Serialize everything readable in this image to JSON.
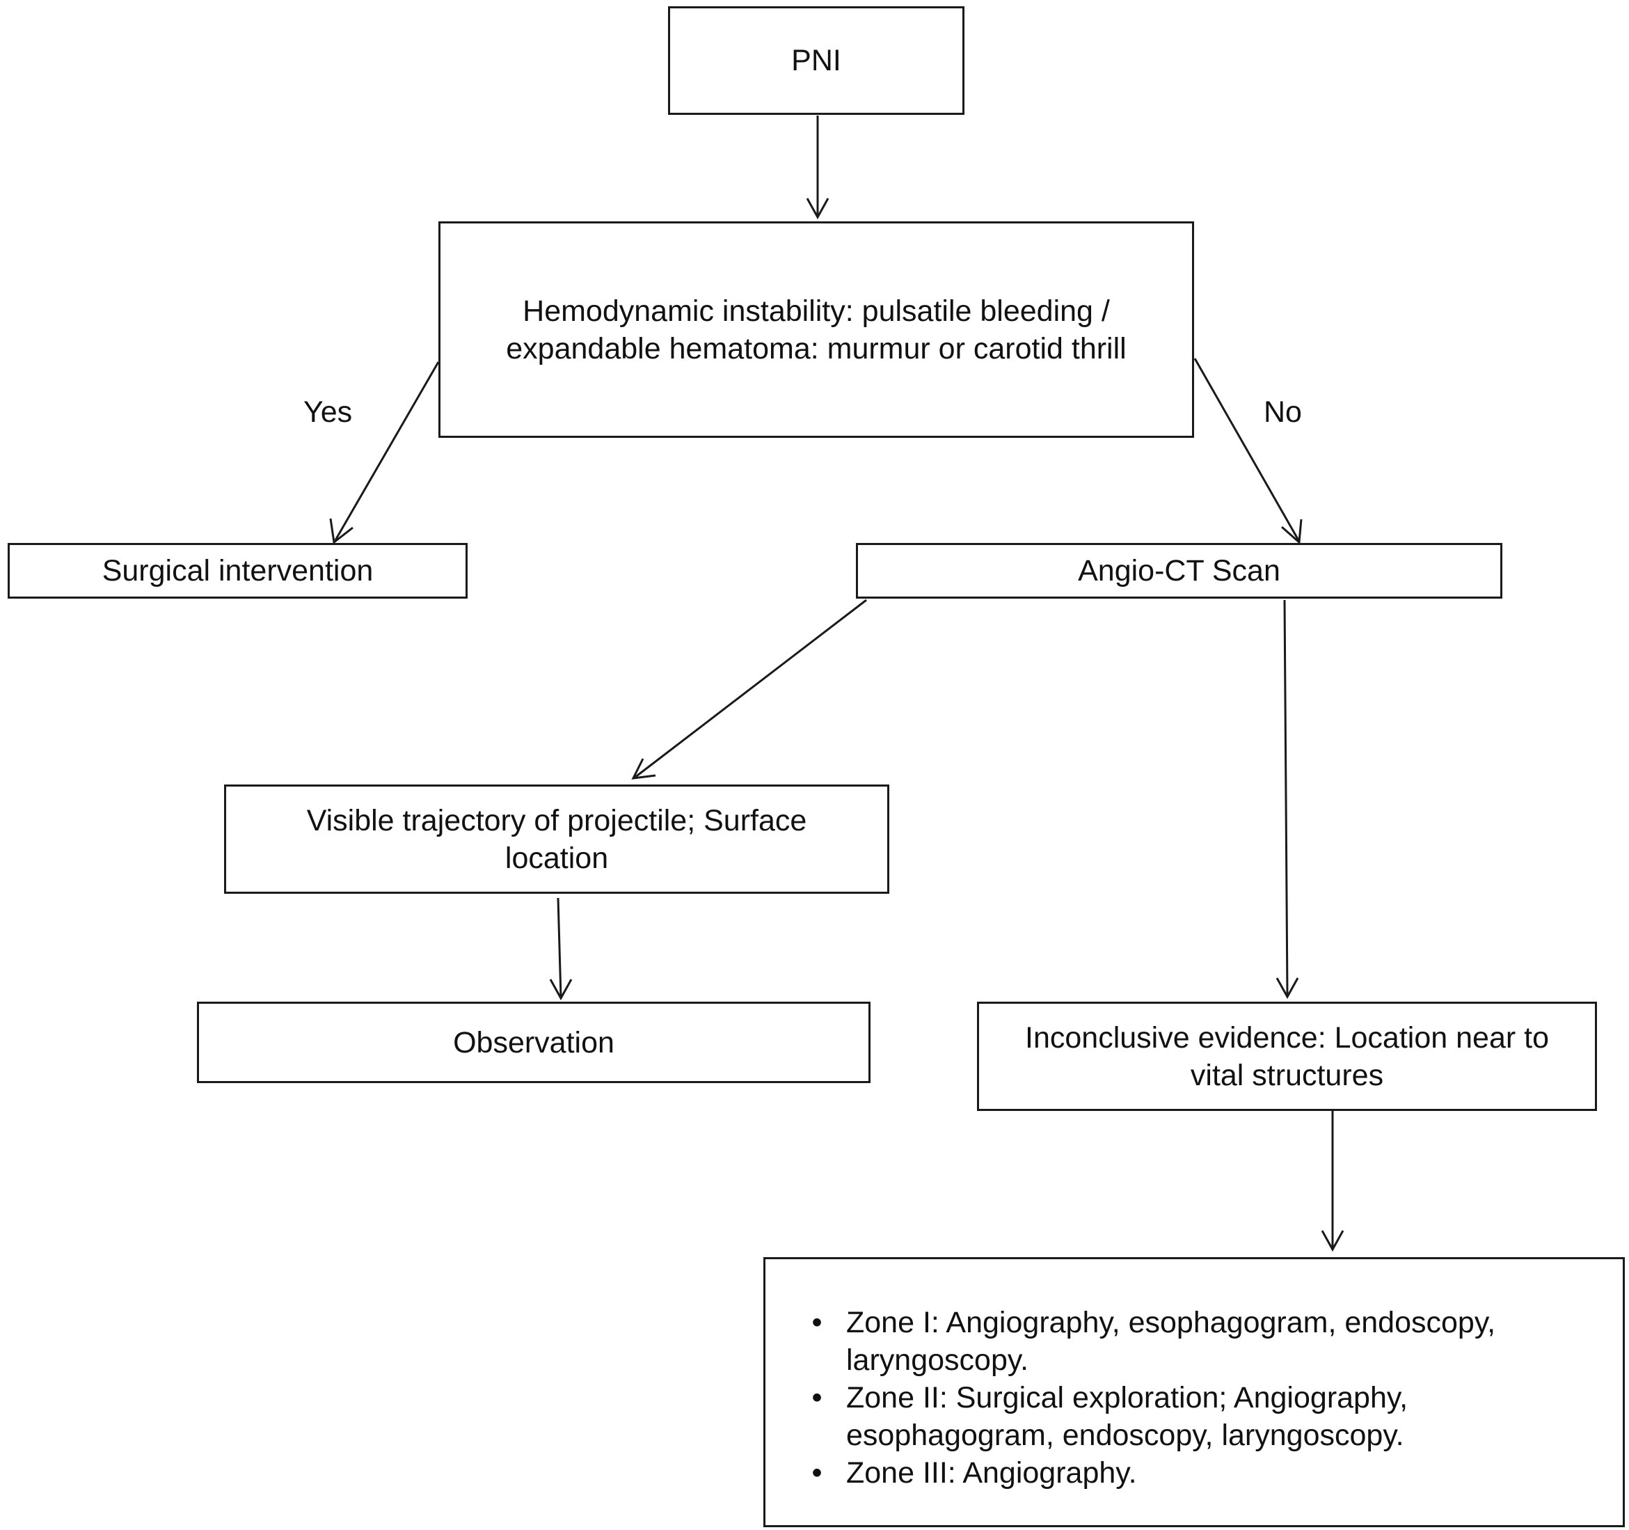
{
  "nodes": {
    "pni": "PNI",
    "hemodynamic": "Hemodynamic instability: pulsatile bleeding / expandable hematoma: murmur or carotid thrill",
    "surgical": "Surgical intervention",
    "angio_ct": "Angio-CT Scan",
    "visible_trajectory": "Visible trajectory of projectile; Surface location",
    "observation": "Observation",
    "inconclusive": "Inconclusive evidence: Location near to vital structures"
  },
  "edge_labels": {
    "yes": "Yes",
    "no": "No"
  },
  "zones": [
    "Zone I: Angiography, esophagogram, endoscopy, laryngoscopy.",
    "Zone II: Surgical exploration; Angiography, esophagogram, endoscopy, laryngoscopy.",
    "Zone III: Angiography."
  ],
  "bullet_glyph": "•",
  "colors": {
    "stroke": "#1a1a1a",
    "background": "#ffffff"
  }
}
